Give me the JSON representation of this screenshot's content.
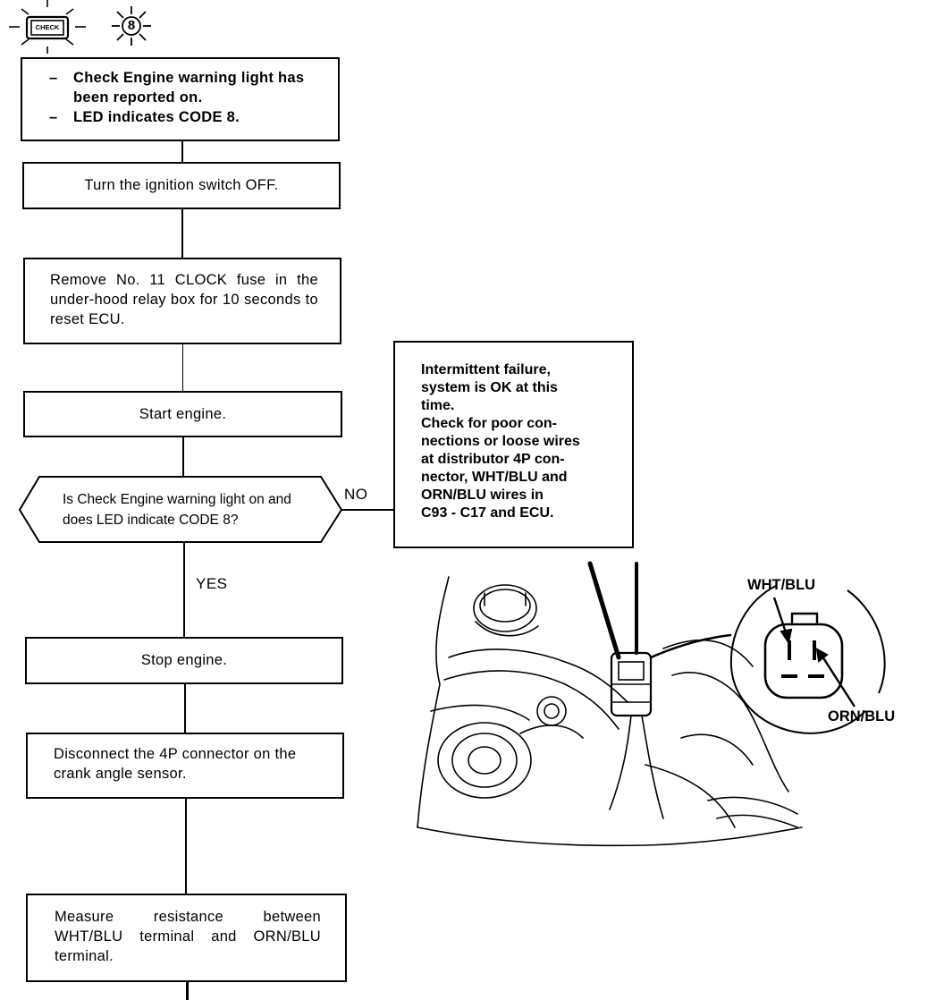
{
  "header": {
    "check_icon_text": "CHECK",
    "led_icon_text": "8"
  },
  "steps": {
    "report": {
      "items": [
        "Check Engine warning light has been reported on.",
        "LED indicates CODE 8."
      ],
      "dash": "–"
    },
    "ignition_off": "Turn the ignition switch OFF.",
    "remove_fuse": "Remove No. 11 CLOCK fuse in the under-hood relay box for 10 seconds to reset ECU.",
    "start_engine": "Start engine.",
    "decision": "Is Check Engine warning light on and does LED indicate CODE 8?",
    "stop_engine": "Stop engine.",
    "disconnect": "Disconnect the 4P connector on the crank angle sensor.",
    "measure": "Measure resistance between WHT/BLU terminal and ORN/BLU terminal."
  },
  "branches": {
    "no_label": "NO",
    "yes_label": "YES"
  },
  "intermittent": {
    "lines": [
      "Intermittent failure,",
      "system is OK at this",
      "time.",
      "Check for poor con-",
      "nections or loose wires",
      "at distributor 4P con-",
      "nector, WHT/BLU and",
      "ORN/BLU wires in",
      "C93 - C17 and ECU."
    ]
  },
  "illustration": {
    "wht_label": "WHT/BLU",
    "orn_label": "ORN/BLU"
  }
}
